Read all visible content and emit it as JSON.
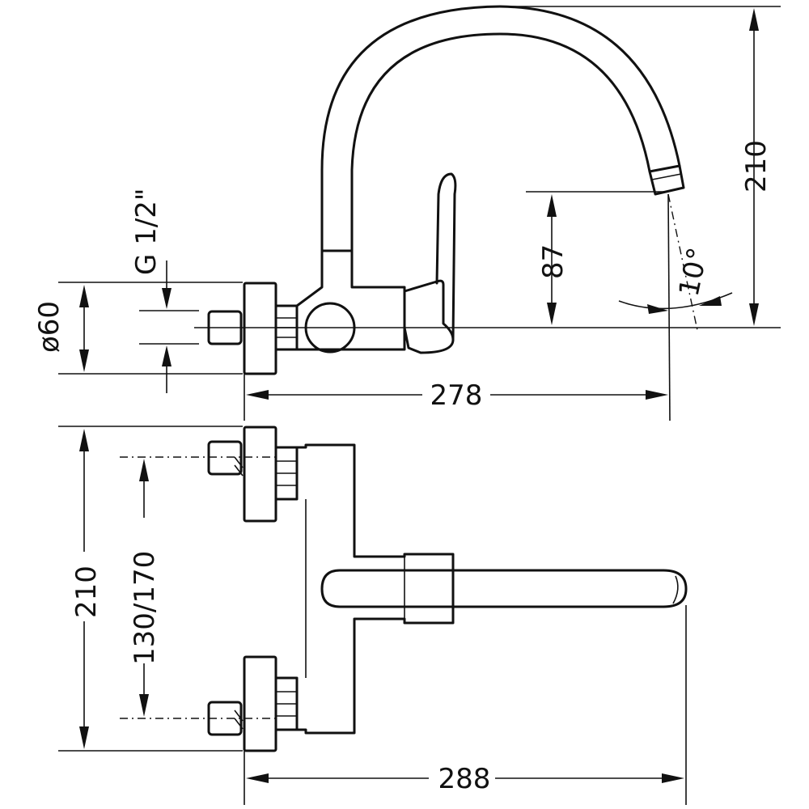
{
  "dimensions": {
    "thread": "G 1/2\"",
    "diameter": "ø60",
    "spout_height_from_axis": "87",
    "total_height": "210",
    "spout_angle": "10°",
    "reach_top": "278",
    "height_bottom": "210",
    "centers": "130/170",
    "reach_bottom": "288"
  }
}
